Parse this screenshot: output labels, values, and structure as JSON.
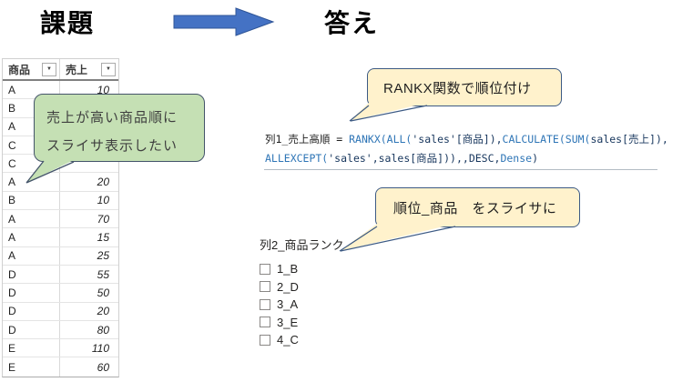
{
  "titles": {
    "problem": "課題",
    "answer": "答え"
  },
  "arrow": {
    "color": "#4472C4",
    "border": "#2F5597"
  },
  "table": {
    "columns": [
      {
        "label": "商品",
        "filter_icon": "▼"
      },
      {
        "label": "売上",
        "filter_icon": "▼"
      }
    ],
    "rows": [
      {
        "product": "A",
        "sales": "10"
      },
      {
        "product": "B",
        "sales": ""
      },
      {
        "product": "A",
        "sales": ""
      },
      {
        "product": "C",
        "sales": ""
      },
      {
        "product": "C",
        "sales": ""
      },
      {
        "product": "A",
        "sales": "20"
      },
      {
        "product": "B",
        "sales": "10"
      },
      {
        "product": "A",
        "sales": "70"
      },
      {
        "product": "A",
        "sales": "15"
      },
      {
        "product": "A",
        "sales": "25"
      },
      {
        "product": "D",
        "sales": "55"
      },
      {
        "product": "D",
        "sales": "50"
      },
      {
        "product": "D",
        "sales": "20"
      },
      {
        "product": "D",
        "sales": "80"
      },
      {
        "product": "E",
        "sales": "110"
      },
      {
        "product": "E",
        "sales": "60"
      }
    ]
  },
  "bubbles": {
    "problem_note": {
      "lines": [
        "売上が高い商品順に",
        "スライサ表示したい"
      ],
      "fill": "#C5E0B4",
      "border": "#44546A"
    },
    "rankx_note": {
      "text": "RANKX関数で順位付け",
      "fill": "#FFF2CC",
      "border": "#3C5A84"
    },
    "slicer_note": {
      "text": "順位_商品　をスライサに",
      "fill": "#FFF2CC",
      "border": "#3C5A84"
    }
  },
  "formula": {
    "colors": {
      "plain": "#1F1F1F",
      "function": "#2E75B6",
      "identifier": "#17365D"
    },
    "lines": [
      {
        "segments": [
          {
            "text": "列1_売上高順 = ",
            "role": "plain"
          },
          {
            "text": "RANKX(ALL(",
            "role": "function"
          },
          {
            "text": "'sales'[商品]",
            "role": "identifier"
          },
          {
            "text": "),",
            "role": "identifier"
          },
          {
            "text": "CALCULATE(SUM(",
            "role": "function"
          },
          {
            "text": "sales[売上]",
            "role": "identifier"
          },
          {
            "text": "),",
            "role": "identifier"
          }
        ]
      },
      {
        "segments": [
          {
            "text": "ALLEXCEPT(",
            "role": "function"
          },
          {
            "text": "'sales',sales[商品])),,",
            "role": "identifier"
          },
          {
            "text": "DESC",
            "role": "identifier"
          },
          {
            "text": ",",
            "role": "identifier"
          },
          {
            "text": "Dense",
            "role": "function"
          },
          {
            "text": ")",
            "role": "identifier"
          }
        ]
      }
    ]
  },
  "slicer": {
    "title": "列2_商品ランク",
    "items": [
      "1_B",
      "2_D",
      "3_A",
      "3_E",
      "4_C"
    ]
  }
}
